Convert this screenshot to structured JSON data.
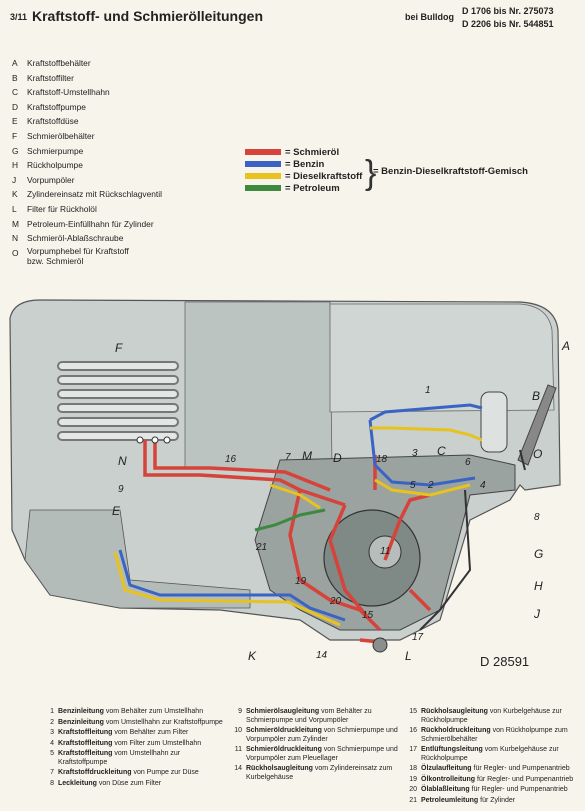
{
  "header": {
    "number": "3/11",
    "title": "Kraftstoff- und Schmierölleitungen",
    "model": "bei Bulldog",
    "range1": "D 1706 bis Nr. 275073",
    "range2": "D 2206 bis Nr. 544851"
  },
  "parts": [
    {
      "letter": "A",
      "name": "Kraftstoffbehälter"
    },
    {
      "letter": "B",
      "name": "Kraftstoffilter"
    },
    {
      "letter": "C",
      "name": "Kraftstoff-Umstellhahn"
    },
    {
      "letter": "D",
      "name": "Kraftstoffpumpe"
    },
    {
      "letter": "E",
      "name": "Kraftstoffdüse"
    },
    {
      "letter": "F",
      "name": "Schmierölbehälter"
    },
    {
      "letter": "G",
      "name": "Schmierpumpe"
    },
    {
      "letter": "H",
      "name": "Rückholpumpe"
    },
    {
      "letter": "J",
      "name": "Vorpumpöler"
    },
    {
      "letter": "K",
      "name": "Zylindereinsatz mit Rückschlagventil"
    },
    {
      "letter": "L",
      "name": "Filter für Rückholöl"
    },
    {
      "letter": "M",
      "name": "Petroleum-Einfüllhahn für Zylinder"
    },
    {
      "letter": "N",
      "name": "Schmieröl-Ablaßschraube"
    },
    {
      "letter": "O",
      "name": "Vorpumphebel für Kraftstoff bzw. Schmieröl"
    }
  ],
  "legend": [
    {
      "label": "= Schmieröl",
      "color": "#d6433a"
    },
    {
      "label": "= Benzin",
      "color": "#3a63c4"
    },
    {
      "label": "= Dieselkraftstoff",
      "color": "#e8c21f"
    },
    {
      "label": "= Petroleum",
      "color": "#3d8a3f"
    }
  ],
  "legend_group": "= Benzin-Dieselkraftstoff-Gemisch",
  "drawing": {
    "code": "D 28591",
    "part_letters": [
      "A",
      "B",
      "C",
      "D",
      "E",
      "F",
      "G",
      "H",
      "J",
      "K",
      "L",
      "M",
      "N",
      "O"
    ],
    "line_numbers": [
      "1",
      "2",
      "3",
      "4",
      "5",
      "6",
      "7",
      "8",
      "9",
      "11",
      "14",
      "15",
      "16",
      "17",
      "18",
      "19",
      "20",
      "21"
    ]
  },
  "lines": [
    {
      "n": "1",
      "bold": "Benzinleitung",
      "rest": " vom Behälter zum Umstellhahn"
    },
    {
      "n": "2",
      "bold": "Benzinleitung",
      "rest": " vom Umstellhahn zur Kraftstoffpumpe"
    },
    {
      "n": "3",
      "bold": "Kraftstoffleitung",
      "rest": " vom Behälter zum Filter"
    },
    {
      "n": "4",
      "bold": "Kraftstoffleitung",
      "rest": " vom Filter zum Umstellhahn"
    },
    {
      "n": "5",
      "bold": "Kraftstoffleitung",
      "rest": " vom Umstellhahn zur Kraftstoffpumpe"
    },
    {
      "n": "7",
      "bold": "Kraftstoffdruckleitung",
      "rest": " von Pumpe zur Düse"
    },
    {
      "n": "8",
      "bold": "Leckleitung",
      "rest": " von Düse zum Filter"
    },
    {
      "n": "9",
      "bold": "Schmierölsaugleitung",
      "rest": " vom Behälter zu Schmierpumpe und Vorpumpöler"
    },
    {
      "n": "10",
      "bold": "Schmieröldruckleitung",
      "rest": " von Schmierpumpe und Vorpumpöler zum Zylinder"
    },
    {
      "n": "11",
      "bold": "Schmieröldruckleitung",
      "rest": " von Schmierpumpe und Vorpumpöler zum Pleuellager"
    },
    {
      "n": "14",
      "bold": "Rückholsaugleitung",
      "rest": " vom Zylindereinsatz zum Kurbelgehäuse"
    },
    {
      "n": "15",
      "bold": "Rückholsaugleitung",
      "rest": " von Kurbelgehäuse zur Rückholpumpe"
    },
    {
      "n": "16",
      "bold": "Rückholdruckleitung",
      "rest": " von Rückholpumpe zum Schmierölbehälter"
    },
    {
      "n": "17",
      "bold": "Entlüftungsleitung",
      "rest": " vom Kurbelgehäuse zur Rückholpumpe"
    },
    {
      "n": "18",
      "bold": "Ölzulaufleitung",
      "rest": " für Regler- und Pumpenantrieb"
    },
    {
      "n": "19",
      "bold": "Ölkontrolleitung",
      "rest": " für Regler- und Pumpenantrieb"
    },
    {
      "n": "20",
      "bold": "Ölablaßleitung",
      "rest": " für Regler- und Pumpenantrieb"
    },
    {
      "n": "21",
      "bold": "Petroleumleitung",
      "rest": " für Zylinder"
    }
  ]
}
